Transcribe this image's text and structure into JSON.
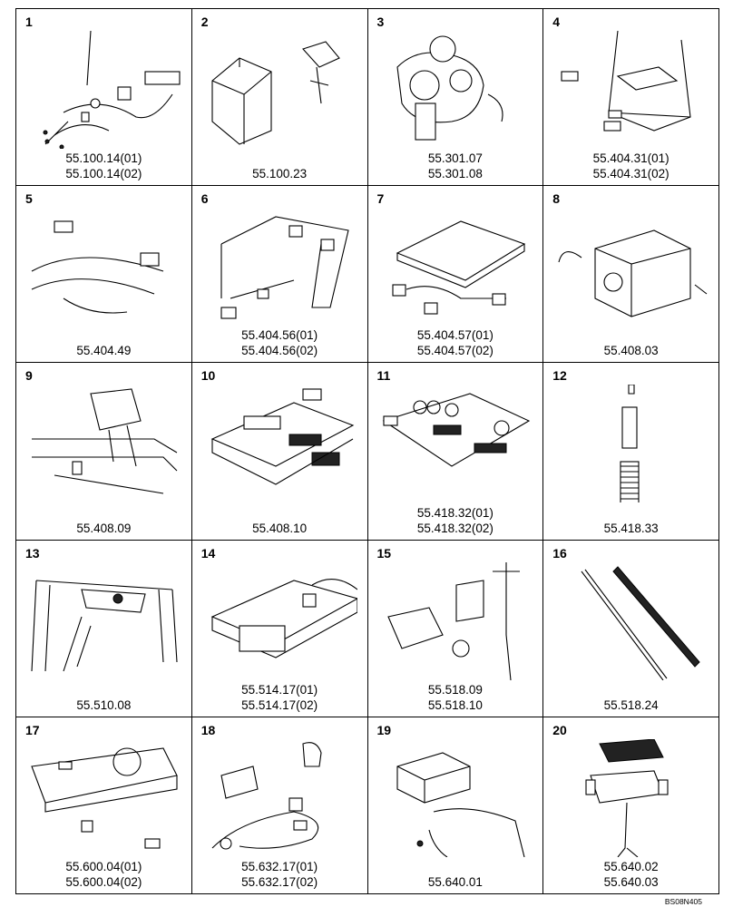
{
  "cells": [
    {
      "number": "1",
      "codes": [
        "55.100.14(01)",
        "55.100.14(02)"
      ],
      "illustration": "wiring-harness"
    },
    {
      "number": "2",
      "codes": [
        "55.100.23"
      ],
      "illustration": "control-box-bracket"
    },
    {
      "number": "3",
      "codes": [
        "55.301.07",
        "55.301.08"
      ],
      "illustration": "engine-alternator"
    },
    {
      "number": "4",
      "codes": [
        "55.404.31(01)",
        "55.404.31(02)"
      ],
      "illustration": "cab-pillar-lamps"
    },
    {
      "number": "5",
      "codes": [
        "55.404.49"
      ],
      "illustration": "fender-lamps"
    },
    {
      "number": "6",
      "codes": [
        "55.404.56(01)",
        "55.404.56(02)"
      ],
      "illustration": "cab-frame-harness"
    },
    {
      "number": "7",
      "codes": [
        "55.404.57(01)",
        "55.404.57(02)"
      ],
      "illustration": "roof-panel-harness"
    },
    {
      "number": "8",
      "codes": [
        "55.408.03"
      ],
      "illustration": "cover-housing"
    },
    {
      "number": "9",
      "codes": [
        "55.408.09"
      ],
      "illustration": "console-frame"
    },
    {
      "number": "10",
      "codes": [
        "55.408.10"
      ],
      "illustration": "switch-panel"
    },
    {
      "number": "11",
      "codes": [
        "55.418.32(01)",
        "55.418.32(02)"
      ],
      "illustration": "instrument-cluster"
    },
    {
      "number": "12",
      "codes": [
        "55.418.33"
      ],
      "illustration": "sensor-sleeve-spring"
    },
    {
      "number": "13",
      "codes": [
        "55.510.08"
      ],
      "illustration": "cab-wiper-frame"
    },
    {
      "number": "14",
      "codes": [
        "55.514.17(01)",
        "55.514.17(02)"
      ],
      "illustration": "roof-beacon"
    },
    {
      "number": "15",
      "codes": [
        "55.518.09",
        "55.518.10"
      ],
      "illustration": "wiper-motor"
    },
    {
      "number": "16",
      "codes": [
        "55.518.24"
      ],
      "illustration": "wiper-blade"
    },
    {
      "number": "17",
      "codes": [
        "55.600.04(01)",
        "55.600.04(02)"
      ],
      "illustration": "horn-panel"
    },
    {
      "number": "18",
      "codes": [
        "55.632.17(01)",
        "55.632.17(02)"
      ],
      "illustration": "alarm-relay"
    },
    {
      "number": "19",
      "codes": [
        "55.640.01"
      ],
      "illustration": "radio-bracket"
    },
    {
      "number": "20",
      "codes": [
        "55.640.02",
        "55.640.03"
      ],
      "illustration": "radio-speaker-mount"
    }
  ],
  "footer": "BS08N405"
}
